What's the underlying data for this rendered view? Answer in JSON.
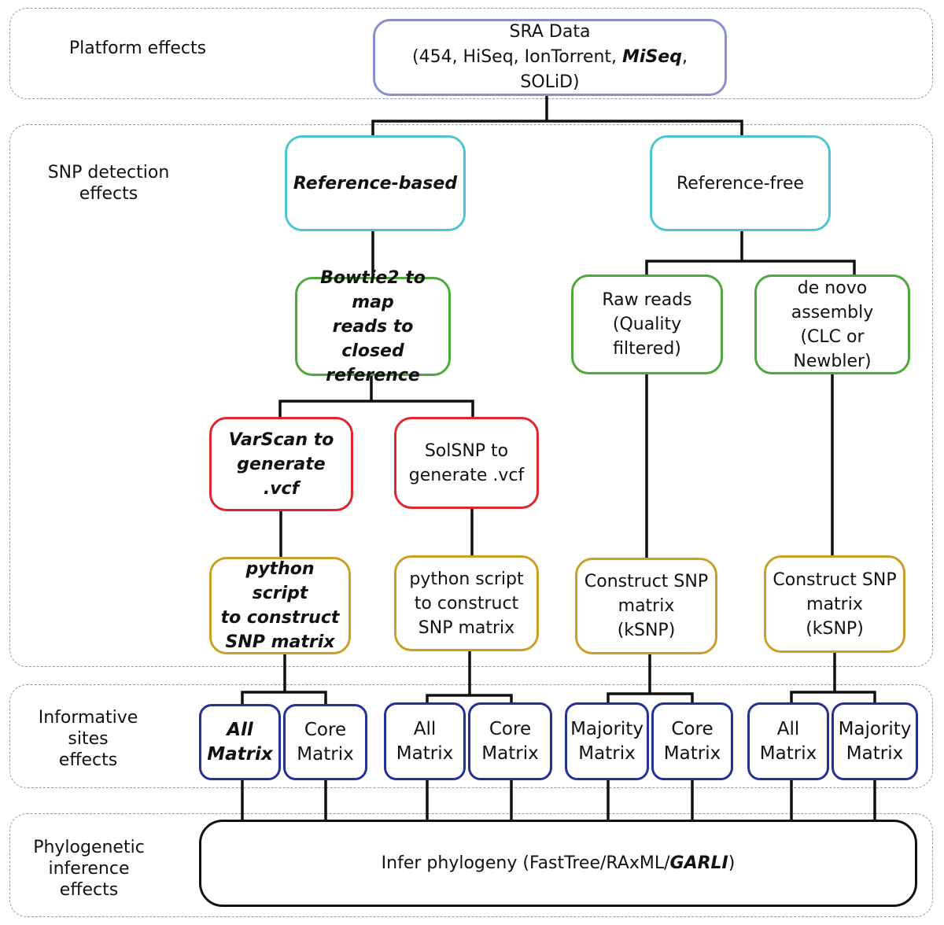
{
  "bands": {
    "platform": "Platform effects",
    "snp": "SNP detection\neffects",
    "informative": "Informative\nsites\neffects",
    "phylo": "Phylogenetic\ninference\neffects"
  },
  "nodes": {
    "sra_title": "SRA Data",
    "sra_pre": "(454, HiSeq, IonTorrent, ",
    "sra_bold": "MiSeq",
    "sra_post": ", SOLiD)",
    "ref_based": "Reference-based",
    "ref_free": "Reference-free",
    "bowtie": "Bowtie2 to map\nreads to closed\nreference",
    "raw_reads": "Raw reads\n(Quality\nfiltered)",
    "de_novo": "de novo\nassembly\n(CLC or Newbler)",
    "varscan": "VarScan to\ngenerate .vcf",
    "solsnp": "SolSNP to\ngenerate .vcf",
    "python_bold": "python script\nto construct\nSNP matrix",
    "python_plain": "python script\nto construct\nSNP matrix",
    "ksnp_1": "Construct SNP\nmatrix\n(kSNP)",
    "ksnp_2": "Construct SNP\nmatrix\n(kSNP)",
    "m1": "All\nMatrix",
    "m2": "Core\nMatrix",
    "m3": "All\nMatrix",
    "m4": "Core\nMatrix",
    "m5": "Majority\nMatrix",
    "m6": "Core\nMatrix",
    "m7": "All\nMatrix",
    "m8": "Majority\nMatrix",
    "infer_pre": "Infer phylogeny (FastTree/RAxML/",
    "infer_bold": "GARLI",
    "infer_post": ")"
  },
  "colors": {
    "platform": "#8b8fcf",
    "reference": "#4fc3cf",
    "mapping": "#4fa83a",
    "variant_calling": "#e0262d",
    "matrix_construction": "#c9a028",
    "informative_sites": "#25328f",
    "inference": "#111111"
  }
}
